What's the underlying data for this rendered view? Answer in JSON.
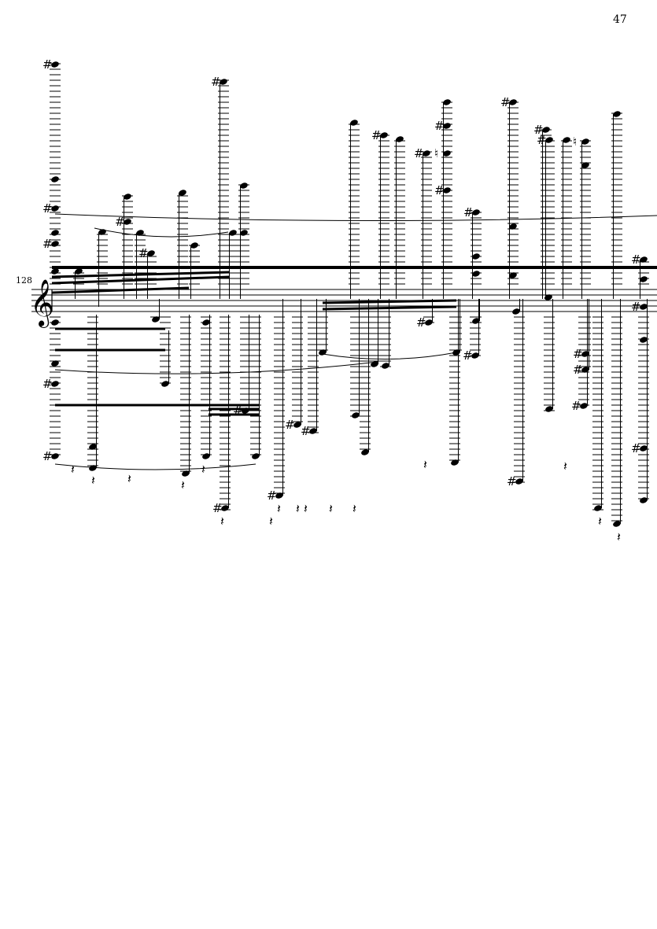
{
  "page": {
    "number": "47"
  },
  "system": {
    "measure_number": "128",
    "clef": "treble"
  },
  "colors": {
    "ink": "#000000",
    "paper": "#ffffff"
  }
}
